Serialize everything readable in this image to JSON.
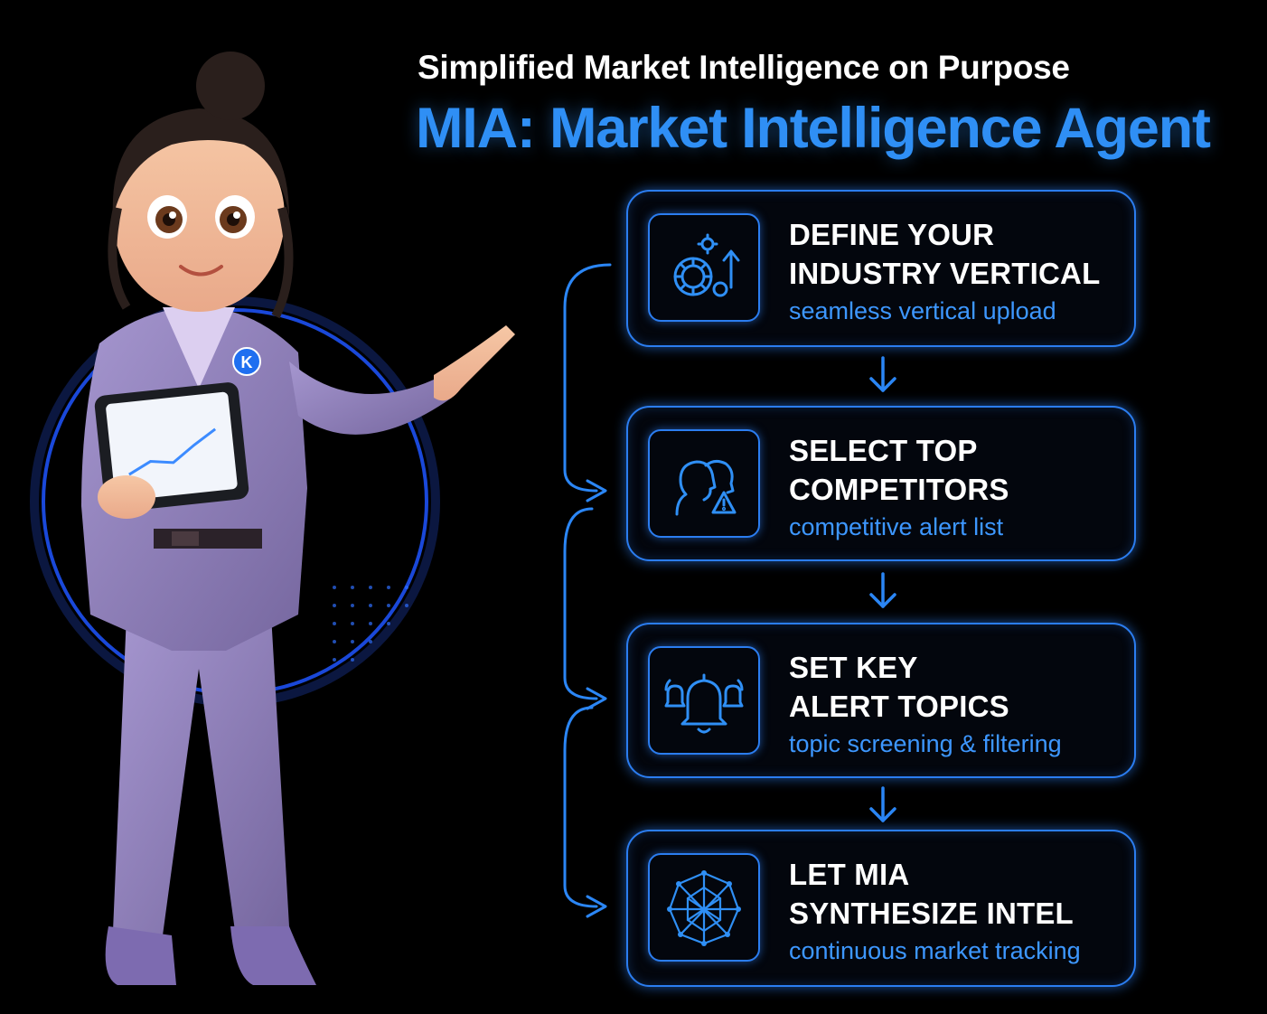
{
  "header": {
    "subtitle": "Simplified Market Intelligence on Purpose",
    "title": "MIA: Market Intelligence Agent"
  },
  "steps": [
    {
      "line1": "DEFINE YOUR",
      "line2": "INDUSTRY VERTICAL",
      "sub": "seamless vertical upload",
      "icon": "gears-arrow-icon"
    },
    {
      "line1": "SELECT TOP",
      "line2": "COMPETITORS",
      "sub": "competitive alert list",
      "icon": "competitor-heads-alert-icon"
    },
    {
      "line1": "SET KEY",
      "line2": "ALERT TOPICS",
      "sub": "topic screening & filtering",
      "icon": "alert-bells-icon"
    },
    {
      "line1": "LET MIA",
      "line2": "SYNTHESIZE INTEL",
      "sub": "continuous market tracking",
      "icon": "network-globe-icon"
    }
  ],
  "character": {
    "badge_letter": "K"
  },
  "colors": {
    "accent": "#2f8ff5",
    "background": "#000000",
    "suit": "#8c7bb8"
  }
}
